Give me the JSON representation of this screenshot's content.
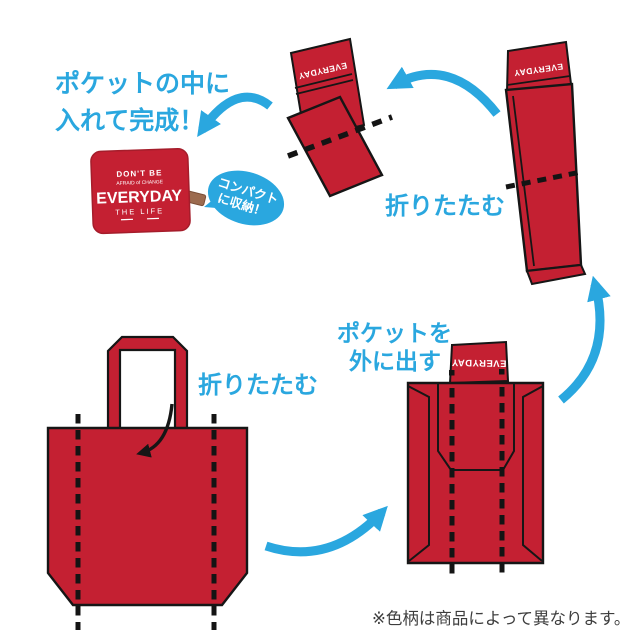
{
  "colors": {
    "bag_red": "#c42032",
    "outline_black": "#161616",
    "accent_blue": "#2aa7df",
    "disclaimer_gray": "#3d3d3d",
    "tag_brown": "#9c6b4f",
    "label_white": "#ffffff"
  },
  "texts": {
    "step_final": {
      "line1": "ポケットの中に",
      "line2": "入れて完成！"
    },
    "fold_step_top": "折りたたむ",
    "fold_step_bottom": "折りたたむ",
    "pocket_out": {
      "line1": "ポケットを",
      "line2": "外に出す"
    },
    "bubble": {
      "line1": "コンパクト",
      "line2": "に収納！"
    },
    "disclaimer": "※色柄は商品によって異なります。",
    "bag_label": "EVERYDAY",
    "pouch": {
      "top": "DON'T BE",
      "sub": "AFRAID of CHANGE",
      "main": "EVERYDAY",
      "bottom": "THE LIFE"
    }
  }
}
